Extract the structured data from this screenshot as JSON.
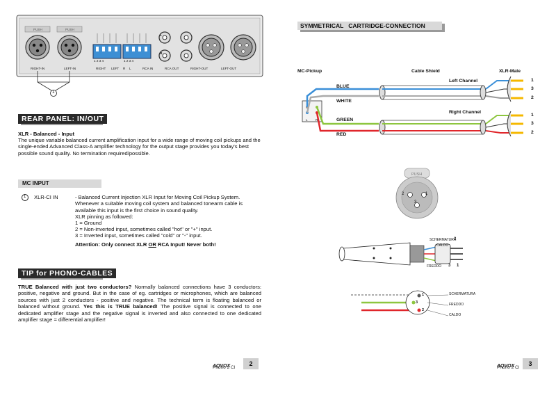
{
  "left": {
    "panel_labels": {
      "push1": "PUSH",
      "push2": "PUSH",
      "right_in": "RIGHT-IN",
      "left_in": "LEFT-IN",
      "dip_right": "RIGHT",
      "dip_left": "LEFT",
      "r": "R",
      "l": "L",
      "rca_in": "RCA IN",
      "rca_out": "RCA OUT",
      "right_out": "RIGHT-OUT",
      "left_out": "LEFT-OUT",
      "dip_nums_a": "1 2 3 4",
      "dip_nums_b": "1 2 3 4",
      "callout": "1",
      "rca_l": "L",
      "rca_r": "R"
    },
    "rear_panel": {
      "title": "REAR PANEL: IN/OUT",
      "subtitle": "XLR - Balanced - Input",
      "body": "The unique variable balanced current amplification input for a wide range of moving coil pickups and the single-ended Advanced Class-A amplifier technology for the output stage provides you today's best possible sound quality. No termination required/possible."
    },
    "mc_input": {
      "title": "MC INPUT",
      "marker": "1",
      "item": "XLR-CI IN",
      "desc": "- Balanced Current Injection XLR Input for Moving Coil Pickup System. Whenever a suitable moving coil system and balanced tonearm cable is available this input is the first choice in sound quality.",
      "pinning": "XLR pinning as followed:",
      "pin1": "1 = Ground",
      "pin2": "2 = Non-inverted input, sometimes called \"hot\" or \"+\" input.",
      "pin3": "3 = Inverted input, sometimes called \"cold\" or \"-\" input.",
      "attention_a": "Attention: Only connect XLR ",
      "attention_or": "OR",
      "attention_b": " RCA Input! Never both!"
    },
    "tip": {
      "title": "TIP for PHONO-CABLES",
      "bold1": "TRUE Balanced with just two conductors?",
      "text1": " Normally balanced connections have 3 conductors: positive, negative and ground. But in the case of eg. cartridges or microphones, which are balanced sources with just 2 conductors - positive and negative. The technical term is floating balanced or balanced without ground. ",
      "bold2": "Yes this is TRUE balanced!",
      "text2": " The positive signal is connected to one dedicated amplifier stage and the negative signal is inverted and also connected to one dedicated amplifier stage = differential amplifier!"
    },
    "footer": {
      "brand": "AQVOX",
      "model": "Phono 2 CI",
      "page": "2"
    }
  },
  "right": {
    "title": "SYMMETRICAL   CARTRIDGE-CONNECTION",
    "diagram": {
      "mc_pickup": "MC-Pickup",
      "cable_shield": "Cable Shield",
      "xlr_male": "XLR-Male",
      "left_channel": "Left Channel",
      "right_channel": "Right Channel",
      "blue": "BLUE",
      "white": "WHITE",
      "green": "GREEN",
      "red": "RED",
      "l": "L",
      "r": "R",
      "pins_top": [
        "1",
        "3",
        "2"
      ],
      "pins_bottom": [
        "1",
        "3",
        "2"
      ]
    },
    "xlr_face": {
      "push": "PUSH",
      "p1": "1",
      "p2": "2",
      "p3": "3"
    },
    "plug": {
      "schermatura": "SCHERMATURA",
      "caldo": "CALDO",
      "freddo": "FREDDO",
      "n2": "2",
      "n3": "3",
      "n1": "1"
    },
    "wiring": {
      "schermatura": "SCHERMATURA",
      "freddo": "FREDDO",
      "caldo": "CALDO",
      "n1": "1",
      "n3": "3",
      "n2": "2"
    },
    "footer": {
      "brand": "AQVOX",
      "model": "Phono 2 CI",
      "page": "3"
    }
  },
  "colors": {
    "blue": "#3a8fd8",
    "white": "#9a9a9a",
    "green": "#8dc63f",
    "red": "#e0262b",
    "gold": "#f5b800",
    "header_dark": "#2a2a2a",
    "header_light": "#d9d9d9"
  }
}
